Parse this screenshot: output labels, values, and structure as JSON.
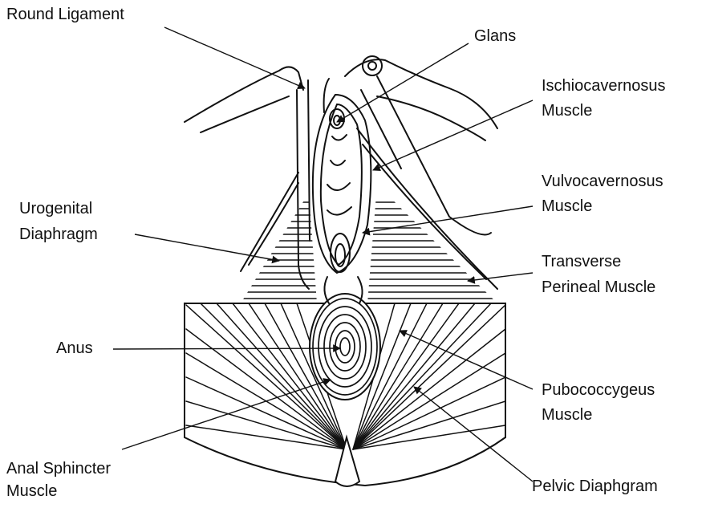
{
  "labels": {
    "round_ligament": "Round Ligament",
    "glans": "Glans",
    "ischio_1": "Ischiocavernosus",
    "ischio_2": "Muscle",
    "vulvo_1": "Vulvocavernosus",
    "vulvo_2": "Muscle",
    "urogenital_1": "Urogenital",
    "urogenital_2": "Diaphragm",
    "transverse_1": "Transverse",
    "transverse_2": "Perineal Muscle",
    "anus": "Anus",
    "pubo_1": "Pubococcygeus",
    "pubo_2": "Muscle",
    "anal_1": "Anal Sphincter",
    "anal_2": "Muscle",
    "pelvic": "Pelvic Diaphgram"
  }
}
